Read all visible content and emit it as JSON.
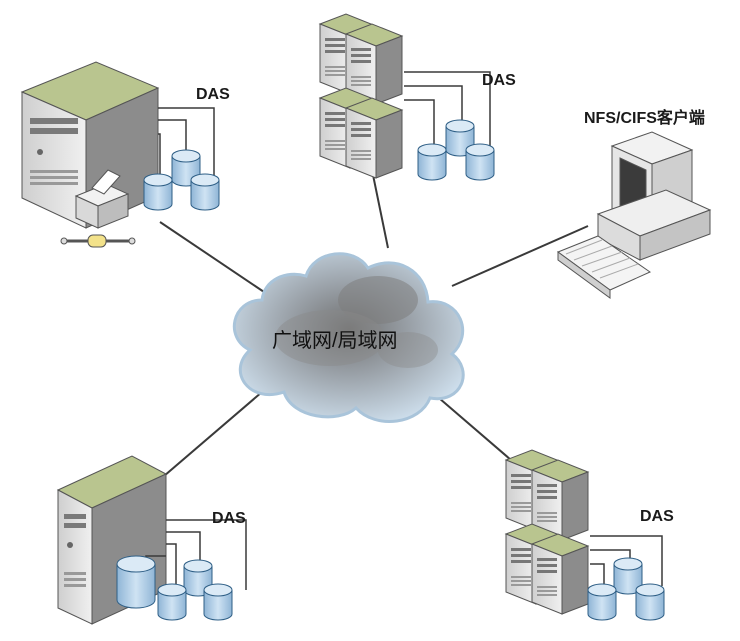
{
  "cloud": {
    "label": "广域网/局域网"
  },
  "nodes": {
    "top_left_server": {
      "storage_label": "DAS"
    },
    "top_center_rack": {
      "storage_label": "DAS"
    },
    "right_client": {
      "label": "NFS/CIFS客户端"
    },
    "bottom_left_server": {
      "storage_label": "DAS"
    },
    "bottom_right_rack": {
      "storage_label": "DAS"
    }
  },
  "colors": {
    "server_top": "#b9c58f",
    "server_side": "#8c8c8c",
    "server_front": "#d8d8d8",
    "disk_body": "#b7d3ea",
    "disk_top": "#dbeaf6",
    "disk_stroke": "#2f5f86",
    "link_line": "#3a3a3a",
    "cloud_fill": "#c9dcec"
  }
}
